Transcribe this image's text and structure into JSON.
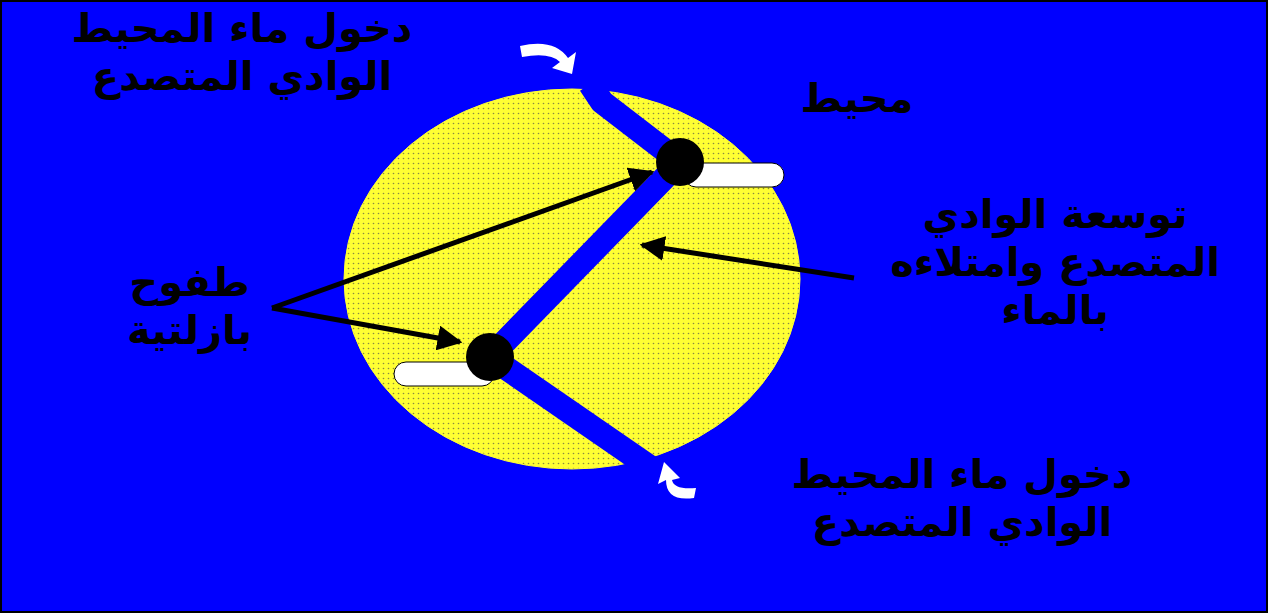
{
  "diagram": {
    "labels": [
      "دخول ماء المحيط الوادي المتصدع",
      "محيط",
      "توسعة الوادي المتصدع وامتلاءه بالماء",
      "طفوح بازلتية",
      "دخول ماء المحيط الوادي المتصدع"
    ]
  }
}
